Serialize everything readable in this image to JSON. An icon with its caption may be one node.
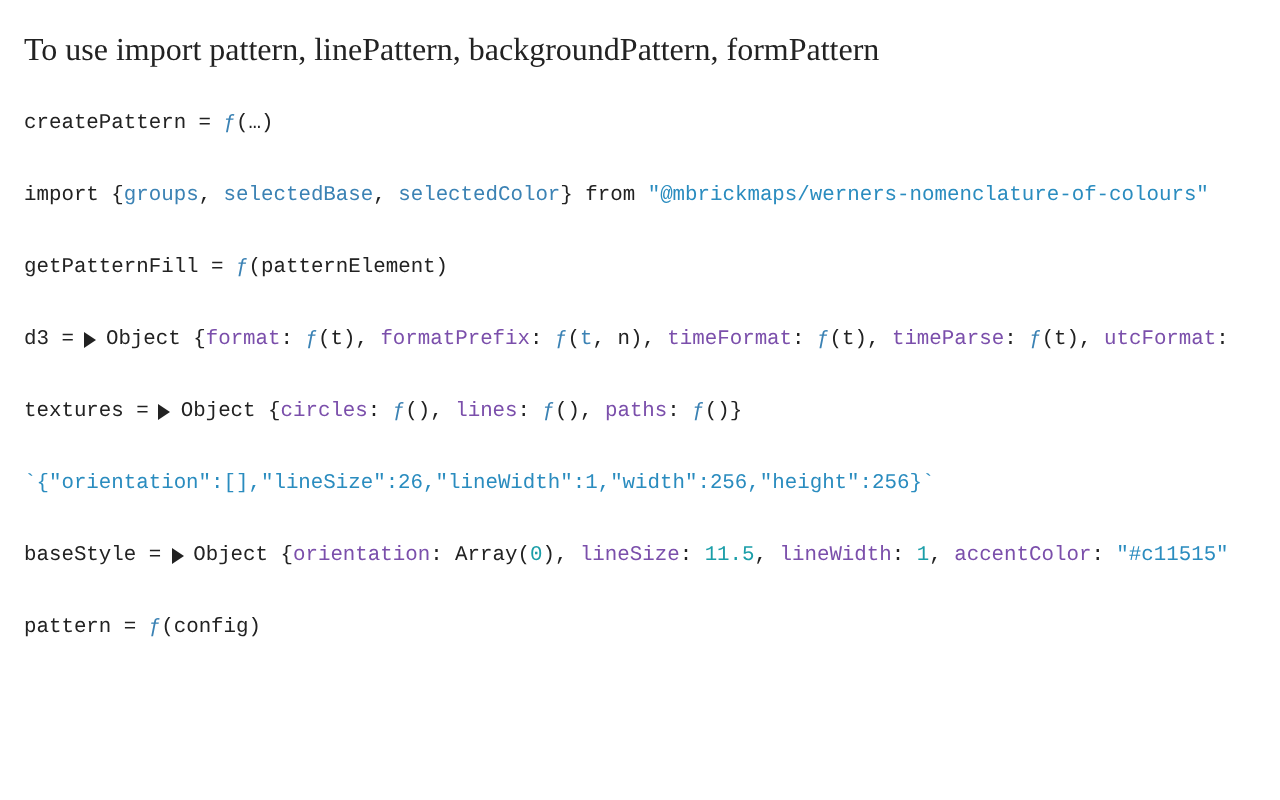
{
  "diagram": {
    "labels": [
      "To use import pattern, linePattern, backgroundPattern, formPattern",
      "createPattern = ƒ(…)",
      "import {groups, selectedBase, selectedColor} from \"@mbrickmaps/werners-nomenclature-of-colours\"",
      "getPatternFill = ƒ(patternElement)",
      "d3 =",
      "Object {format: ƒ(t), formatPrefix: ƒ(t, n), timeFormat: ƒ(t), timeParse: ƒ(t), utcFormat:",
      "textures =",
      "Object {circles: ƒ(), lines: ƒ(), paths: ƒ()}",
      "`{\"orientation\":[],\"lineSize\":26,\"lineWidth\":1,\"width\":256,\"height\":256}`",
      "baseStyle =",
      "Object {orientation: Array(0), lineSize: 11.5, lineWidth: 1, accentColor: \"#c11515\"",
      "pattern = ƒ(config)"
    ]
  }
}
